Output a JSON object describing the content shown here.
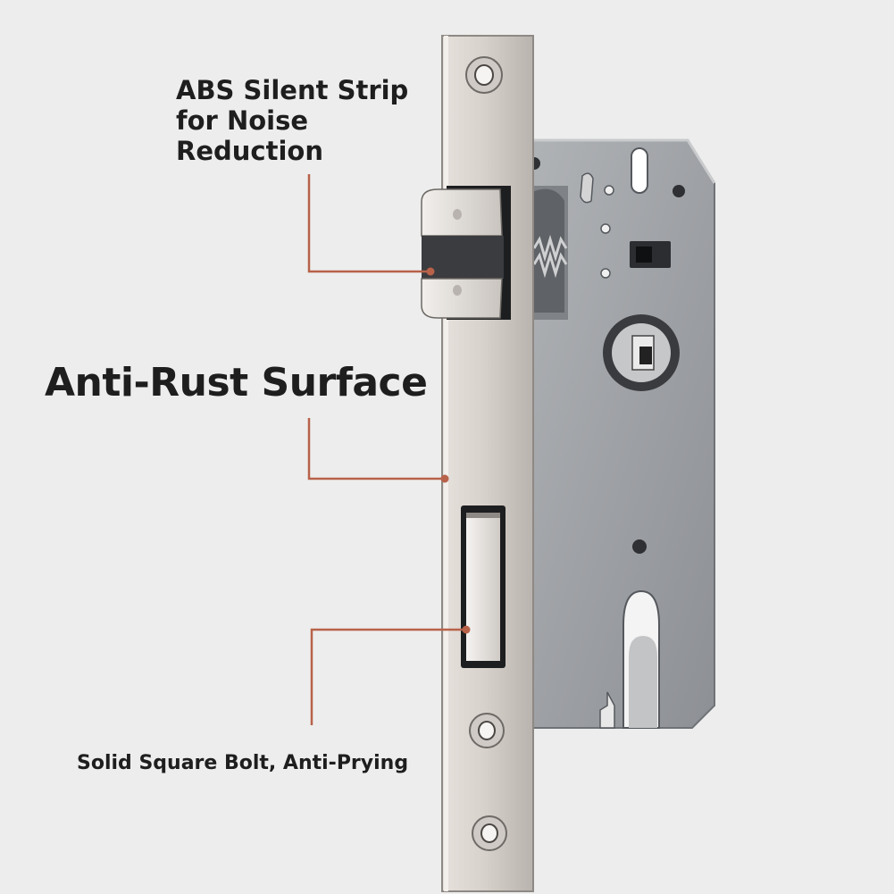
{
  "callouts": {
    "silent_strip": {
      "lines": [
        "ABS Silent Strip",
        "for Noise",
        "Reduction"
      ]
    },
    "surface": {
      "text": "Anti-Rust Surface"
    },
    "bolt": {
      "text": "Solid Square Bolt, Anti-Prying"
    }
  },
  "colors": {
    "background": "#ededed",
    "leader_line": "#b8624a",
    "text": "#1e1e1e",
    "faceplate": "#d8d2cd",
    "case": "#9a9da1"
  }
}
